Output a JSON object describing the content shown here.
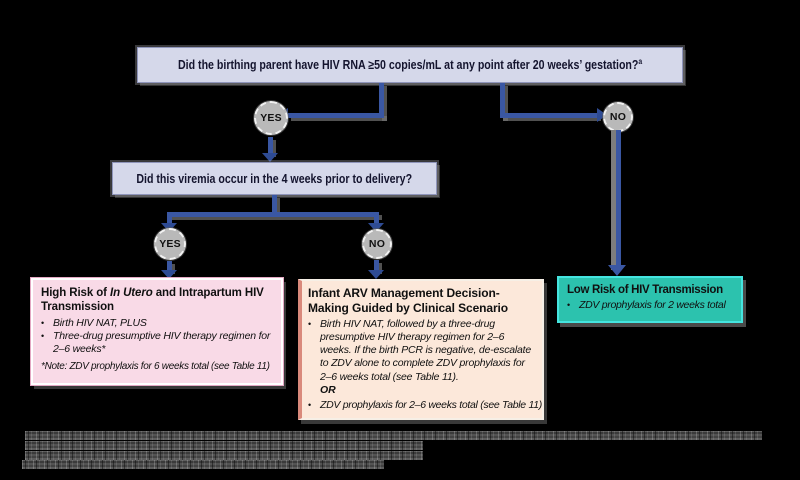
{
  "figure": {
    "q1": {
      "text": "Did the birthing parent have HIV RNA ≥50 copies/mL at any point after 20 weeks’ gestation?",
      "footnote_marker": "a"
    },
    "q2": {
      "text": "Did this viremia occur in the 4 weeks prior to delivery?"
    },
    "branch_labels": {
      "yes": "YES",
      "no": "NO"
    },
    "outcomes": {
      "high_risk": {
        "title_prefix": "High Risk of ",
        "title_italic": "In Utero",
        "title_suffix": " and Intrapartum HIV Transmission",
        "bullets": [
          "Birth HIV NAT, PLUS",
          "Three-drug presumptive HIV therapy regimen for 2–6 weeks*"
        ],
        "note": "*Note: ZDV prophylaxis for 6 weeks total (see Table 11)"
      },
      "infant_arv": {
        "title": "Infant ARV Management Decision-Making Guided by Clinical Scenario",
        "bullet1": "Birth HIV NAT, followed by a three-drug presumptive HIV therapy regimen for 2–6 weeks. If the birth PCR is negative, de-escalate to ZDV alone to complete ZDV prophylaxis for 2–6 weeks total (see Table 11).",
        "or_label": "OR",
        "bullet2": "ZDV prophylaxis for 2–6 weeks total (see Table 11)"
      },
      "low_risk": {
        "title": "Low Risk of HIV Transmission",
        "bullets": [
          "ZDV prophylaxis for 2 weeks total"
        ]
      }
    },
    "footnote": {
      "text_legible": false
    },
    "colors": {
      "background": "#000000",
      "question_box_bg": "#d5d8ea",
      "arrow_blue": "#3a57a3",
      "arrow_shadow_gray": "#7d7d7d",
      "circle_bg": "#b9b9b9",
      "high_risk_bg": "#f9dae7",
      "infant_arv_bg": "#fce8da",
      "infant_arv_left_stripe": "#d9897b",
      "low_risk_bg": "#2cc2ae",
      "low_risk_border": "#45e5e0"
    }
  }
}
